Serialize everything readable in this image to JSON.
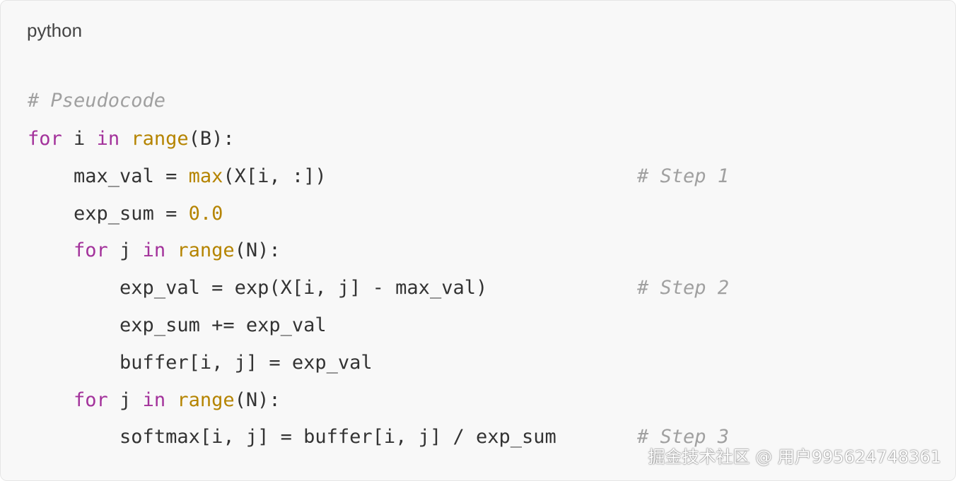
{
  "code_block": {
    "language": "python",
    "lines": [
      {
        "indent": "",
        "comment_line": "# Pseudocode"
      },
      {
        "indent": "",
        "parts": [
          [
            "kw",
            "for"
          ],
          [
            "pl",
            " i "
          ],
          [
            "kw",
            "in"
          ],
          [
            "pl",
            " "
          ],
          [
            "fn",
            "range"
          ],
          [
            "pl",
            "(B):"
          ]
        ]
      },
      {
        "indent": "    ",
        "parts": [
          [
            "pl",
            "max_val = "
          ],
          [
            "fn",
            "max"
          ],
          [
            "pl",
            "(X[i, :])"
          ]
        ],
        "right_comment": "# Step 1"
      },
      {
        "indent": "    ",
        "parts": [
          [
            "pl",
            "exp_sum = "
          ],
          [
            "num",
            "0.0"
          ]
        ]
      },
      {
        "indent": "    ",
        "parts": [
          [
            "kw",
            "for"
          ],
          [
            "pl",
            " j "
          ],
          [
            "kw",
            "in"
          ],
          [
            "pl",
            " "
          ],
          [
            "fn",
            "range"
          ],
          [
            "pl",
            "(N):"
          ]
        ]
      },
      {
        "indent": "        ",
        "parts": [
          [
            "pl",
            "exp_val = exp(X[i, j] - max_val)"
          ]
        ],
        "right_comment": "# Step 2"
      },
      {
        "indent": "        ",
        "parts": [
          [
            "pl",
            "exp_sum += exp_val"
          ]
        ]
      },
      {
        "indent": "        ",
        "parts": [
          [
            "pl",
            "buffer[i, j] = exp_val"
          ]
        ]
      },
      {
        "indent": "    ",
        "parts": [
          [
            "kw",
            "for"
          ],
          [
            "pl",
            " j "
          ],
          [
            "kw",
            "in"
          ],
          [
            "pl",
            " "
          ],
          [
            "fn",
            "range"
          ],
          [
            "pl",
            "(N):"
          ]
        ]
      },
      {
        "indent": "        ",
        "parts": [
          [
            "pl",
            "softmax[i, j] = buffer[i, j] / exp_sum"
          ]
        ],
        "right_comment": "# Step 3"
      }
    ]
  },
  "watermark": "掘金技术社区 @ 用户995624748361"
}
